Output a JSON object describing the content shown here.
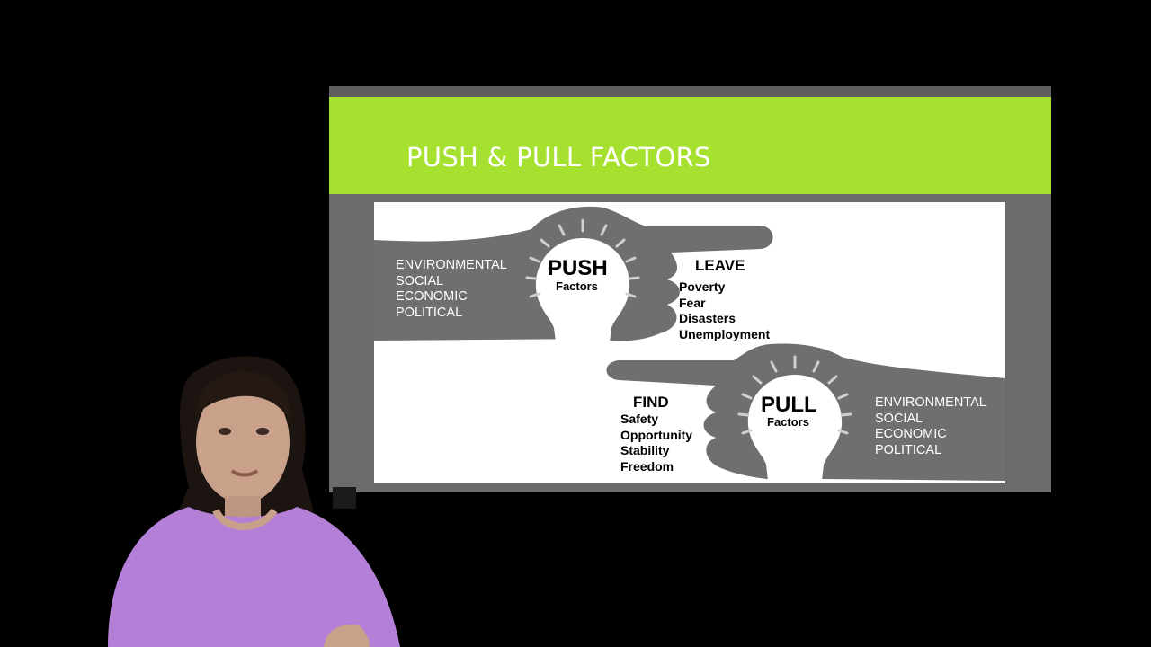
{
  "slide": {
    "title": "PUSH & PULL FACTORS",
    "push": {
      "word": "PUSH",
      "sub": "Factors",
      "categories": [
        "ENVIRONMENTAL",
        "SOCIAL",
        "ECONOMIC",
        "POLITICAL"
      ],
      "heading": "LEAVE",
      "items": [
        "Poverty",
        "Fear",
        "Disasters",
        "Unemployment"
      ]
    },
    "pull": {
      "word": "PULL",
      "sub": "Factors",
      "categories": [
        "ENVIRONMENTAL",
        "SOCIAL",
        "ECONOMIC",
        "POLITICAL"
      ],
      "heading": "FIND",
      "items": [
        "Safety",
        "Opportunity",
        "Stability",
        "Freedom"
      ]
    }
  },
  "colors": {
    "background": "#000000",
    "slide_frame": "#6b6b6b",
    "title_band": "#a6e12f",
    "hand": "#6f6f6f",
    "presenter_shirt": "#b47fd6"
  },
  "icons": {
    "push_bulb": "lightbulb-icon",
    "pull_bulb": "lightbulb-icon"
  }
}
